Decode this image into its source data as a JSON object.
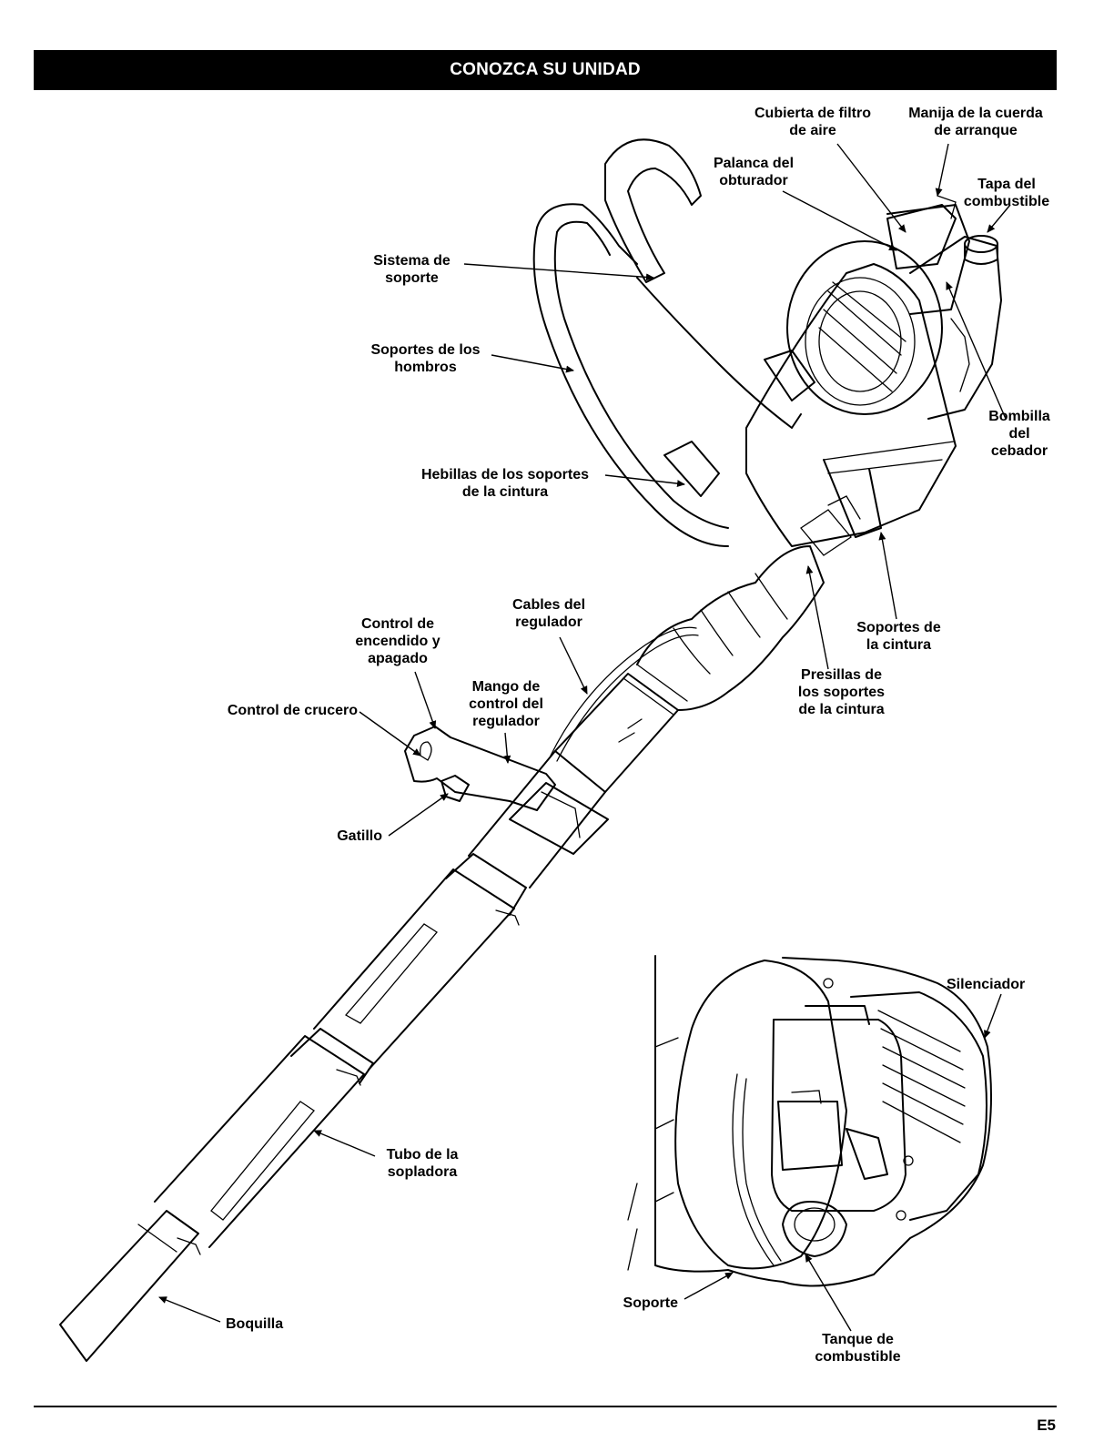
{
  "header": {
    "title": "CONOZCA SU UNIDAD"
  },
  "labels": {
    "cubierta_filtro": "Cubierta de filtro\nde aire",
    "manija_cuerda": "Manija de la cuerda\nde arranque",
    "palanca_obturador": "Palanca del\nobturador",
    "tapa_combustible": "Tapa del\ncombustible",
    "sistema_soporte": "Sistema de\nsoporte",
    "soportes_hombros": "Soportes de los\nhombros",
    "bombilla_cebador": "Bombilla\ndel\ncebador",
    "hebillas_cintura": "Hebillas de los soportes\nde la cintura",
    "soportes_cintura": "Soportes de\nla cintura",
    "cables_regulador": "Cables del\nregulador",
    "control_encendido": "Control de\nencendido y\napagado",
    "presillas_cintura": "Presillas de\nlos soportes\nde la cintura",
    "mango_control": "Mango de\ncontrol del\nregulador",
    "control_crucero": "Control de crucero",
    "gatillo": "Gatillo",
    "silenciador": "Silenciador",
    "tubo_sopladora": "Tubo de la\nsopladora",
    "soporte": "Soporte",
    "tanque_combustible": "Tanque de\ncombustible",
    "boquilla": "Boquilla"
  },
  "footer": {
    "page_number": "E5"
  }
}
